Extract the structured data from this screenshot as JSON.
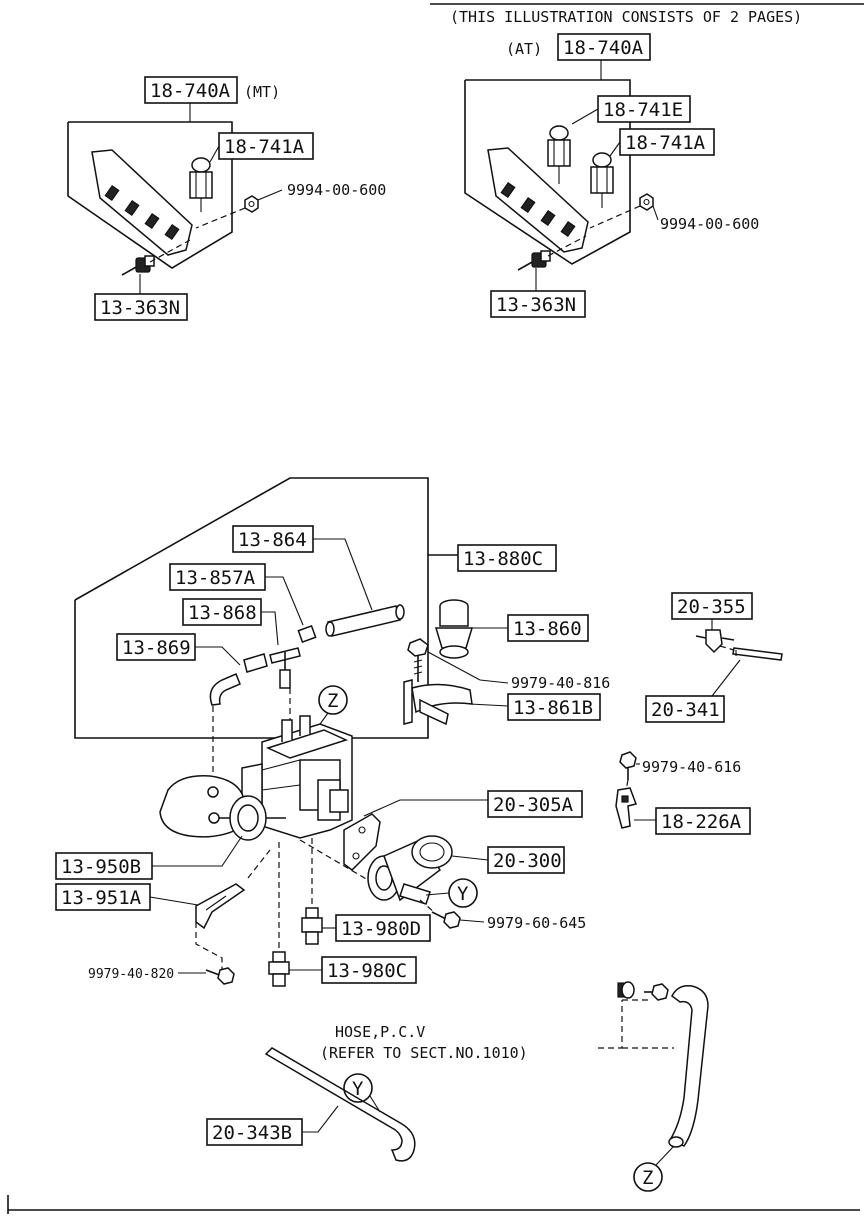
{
  "header": {
    "note": "(THIS ILLUSTRATION CONSISTS OF  2 PAGES)"
  },
  "mt_group": {
    "main": "18-740A",
    "variant": "(MT)",
    "valve": "18-741A",
    "nut": "9994-00-600",
    "sensor": "13-363N"
  },
  "at_group": {
    "variant": "(AT)",
    "main": "18-740A",
    "valve_e": "18-741E",
    "valve_a": "18-741A",
    "nut": "9994-00-600",
    "sensor": "13-363N"
  },
  "carb_group": {
    "kit": "13-880C",
    "hose": "13-864",
    "hose_b": "13-857A",
    "joint": "13-868",
    "hose_c": "13-869",
    "cap": "13-860",
    "bolt": "9979-40-816",
    "bracket": "13-861B",
    "callout_z": "Z",
    "diaphragm": "13-950B",
    "lever": "13-951A",
    "screw": "9979-40-820",
    "fitting_d": "13-980D",
    "fitting_c": "13-980C",
    "gasket": "20-305A",
    "egr_valve": "20-300",
    "callout_y": "Y",
    "egr_bolt": "9979-60-645"
  },
  "side_group": {
    "valve": "20-355",
    "pipe": "20-341",
    "screw": "9979-40-616",
    "bracket": "18-226A"
  },
  "hose_group": {
    "note_line1": "HOSE,P.C.V",
    "note_line2": "(REFER TO SECT.NO.1010)",
    "pipe": "20-343B",
    "callout_y": "Y",
    "callout_z": "Z"
  }
}
